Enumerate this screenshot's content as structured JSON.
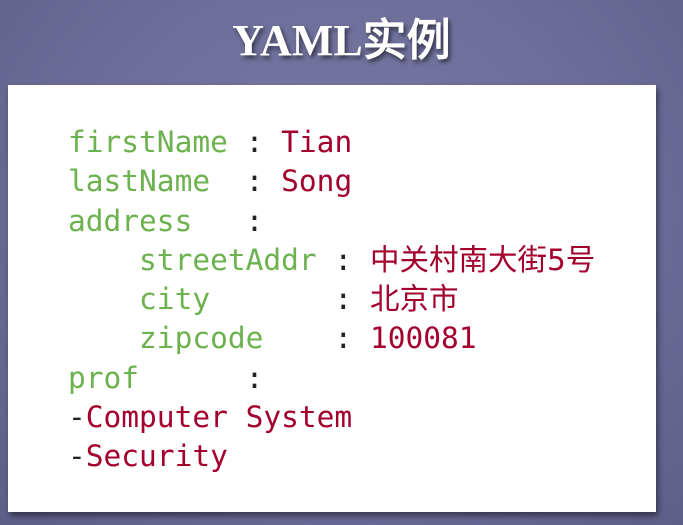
{
  "title": "YAML实例",
  "colors": {
    "key": "#6cb24e",
    "value": "#a3002c",
    "background": "#6c6c98"
  },
  "lines": [
    {
      "indent": "",
      "key": "firstName",
      "pad": " ",
      "sep": ": ",
      "value": "Tian"
    },
    {
      "indent": "",
      "key": "lastName",
      "pad": "  ",
      "sep": ": ",
      "value": "Song"
    },
    {
      "indent": "",
      "key": "address",
      "pad": "   ",
      "sep": ":",
      "value": ""
    },
    {
      "indent": "    ",
      "key": "streetAddr",
      "pad": " ",
      "sep": ": ",
      "value": "中关村南大街5号"
    },
    {
      "indent": "    ",
      "key": "city",
      "pad": "       ",
      "sep": ": ",
      "value": "北京市"
    },
    {
      "indent": "    ",
      "key": "zipcode",
      "pad": "    ",
      "sep": ": ",
      "value": "100081"
    },
    {
      "indent": "",
      "key": "prof",
      "pad": "      ",
      "sep": ":",
      "value": ""
    },
    {
      "indent": "",
      "key": "",
      "pad": "",
      "sep": "-",
      "value": "Computer System"
    },
    {
      "indent": "",
      "key": "",
      "pad": "",
      "sep": "-",
      "value": "Security"
    }
  ]
}
